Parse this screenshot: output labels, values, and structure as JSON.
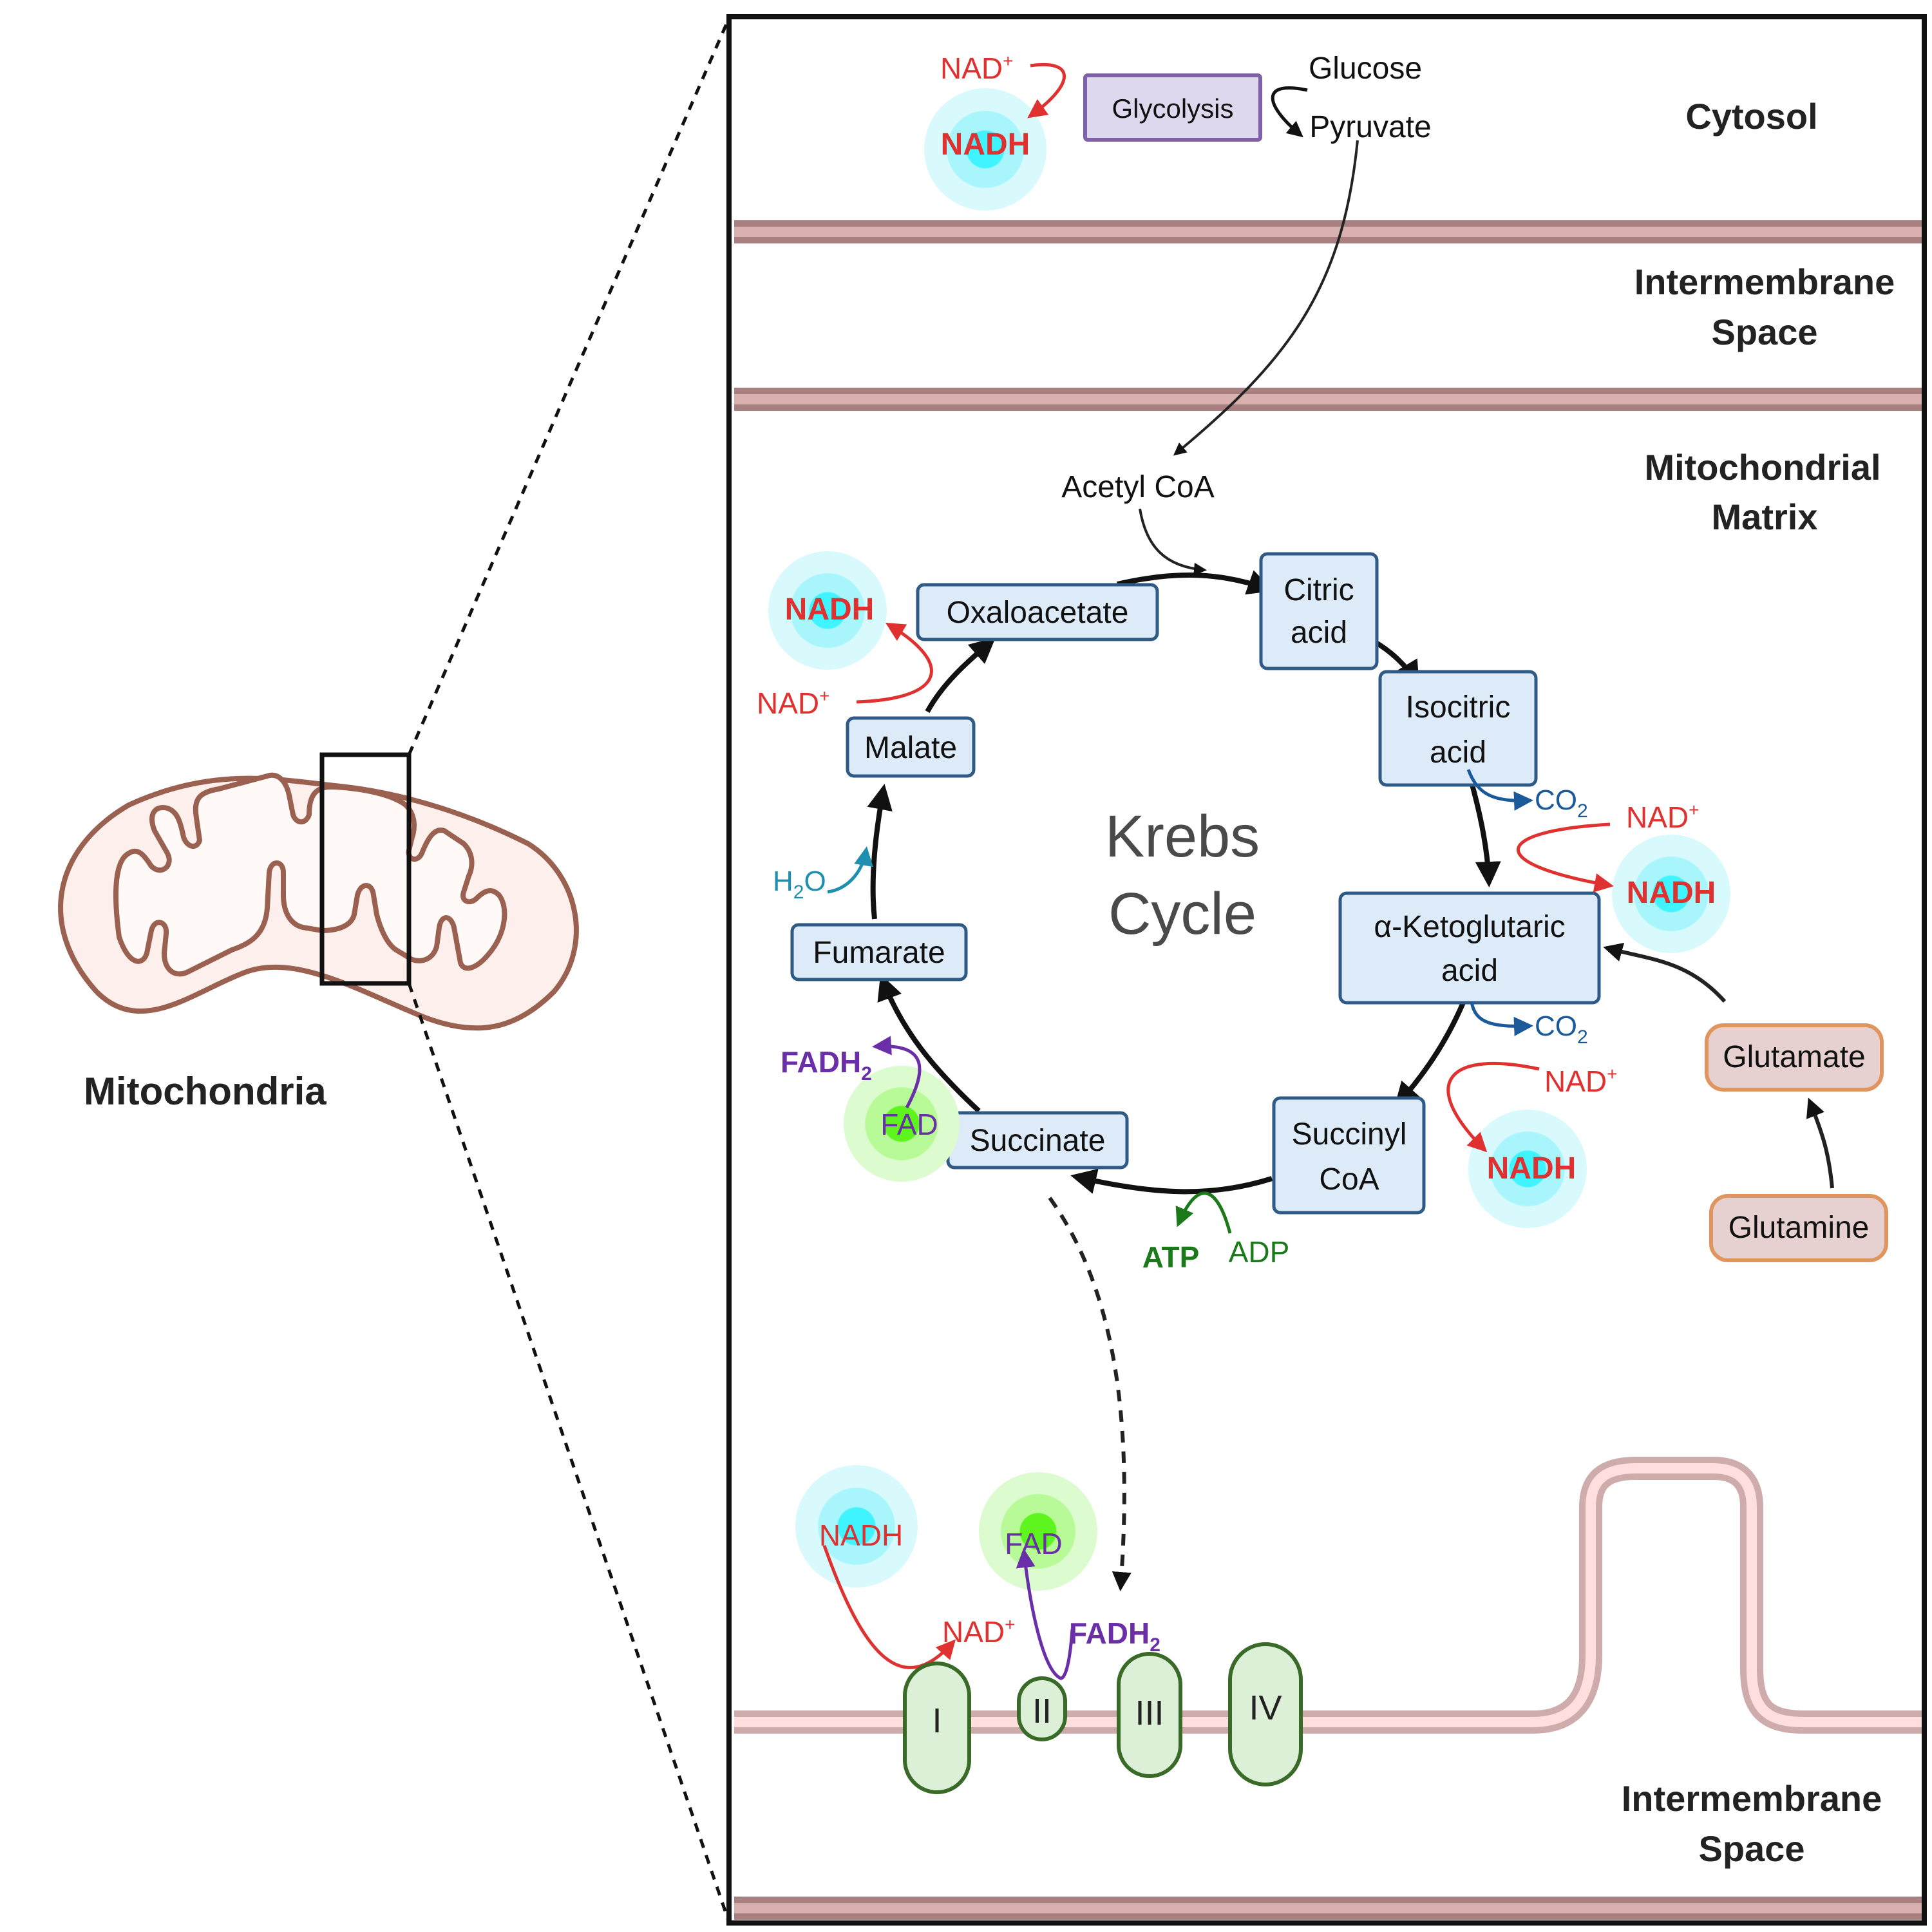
{
  "figure": {
    "left_panel": {
      "title": "Mitochondria"
    },
    "regions": {
      "cytosol": "Cytosol",
      "intermembrane_top_line1": "Intermembrane",
      "intermembrane_top_line2": "Space",
      "matrix_line1": "Mitochondrial",
      "matrix_line2": "Matrix",
      "intermembrane_bottom_line1": "Intermembrane",
      "intermembrane_bottom_line2": "Space"
    },
    "glycolysis": {
      "box_label": "Glycolysis",
      "input": "Glucose",
      "output": "Pyruvate",
      "cofactor_in": "NAD",
      "cofactor_in_sup": "+",
      "cofactor_out": "NADH"
    },
    "acetyl_coa": "Acetyl CoA",
    "krebs": {
      "title_line1": "Krebs",
      "title_line2": "Cycle",
      "nodes": {
        "oxaloacetate": "Oxaloacetate",
        "citric_line1": "Citric",
        "citric_line2": "acid",
        "isocitric_line1": "Isocitric",
        "isocitric_line2": "acid",
        "akg_line1": "α-Ketoglutaric",
        "akg_line2": "acid",
        "succinyl_line1": "Succinyl",
        "succinyl_line2": "CoA",
        "succinate": "Succinate",
        "fumarate": "Fumarate",
        "malate": "Malate"
      },
      "byproducts": {
        "co2_main": "CO",
        "co2_sub": "2",
        "nad": "NAD",
        "nad_sup": "+",
        "nadh": "NADH",
        "h2o_h": "H",
        "h2o_sub": "2",
        "h2o_o": "O",
        "fadh2_main": "FADH",
        "fadh2_sub": "2",
        "fad": "FAD",
        "atp": "ATP",
        "adp": "ADP"
      }
    },
    "glutamine_pathway": {
      "glutamate": "Glutamate",
      "glutamine": "Glutamine"
    },
    "etc": {
      "nadh": "NADH",
      "nad": "NAD",
      "nad_sup": "+",
      "fad": "FAD",
      "fadh2_main": "FADH",
      "fadh2_sub": "2",
      "complexes": [
        "I",
        "II",
        "III",
        "IV"
      ]
    },
    "colors": {
      "membrane_dark": "#a88080",
      "membrane_light": "#d9b0b0",
      "inner_membrane_dark": "#cfacac",
      "inner_membrane_light": "#ffdede",
      "node_fill": "#ddeaf8",
      "node_stroke": "#2f5a85",
      "glut_fill": "#e6d0d0",
      "glut_stroke": "#e0955e",
      "glycolysis_fill": "#ddd8ee",
      "glycolysis_stroke": "#8060a8",
      "complex_fill": "#dcf0d8",
      "complex_stroke": "#3a6a28",
      "nad_red": "#e03131",
      "co2_blue": "#1a5a9a",
      "fad_purple": "#6a2fa8",
      "atp_green": "#1a7a1a",
      "mito_outline": "#9a6050",
      "mito_fill": "#fdf0ec"
    }
  }
}
